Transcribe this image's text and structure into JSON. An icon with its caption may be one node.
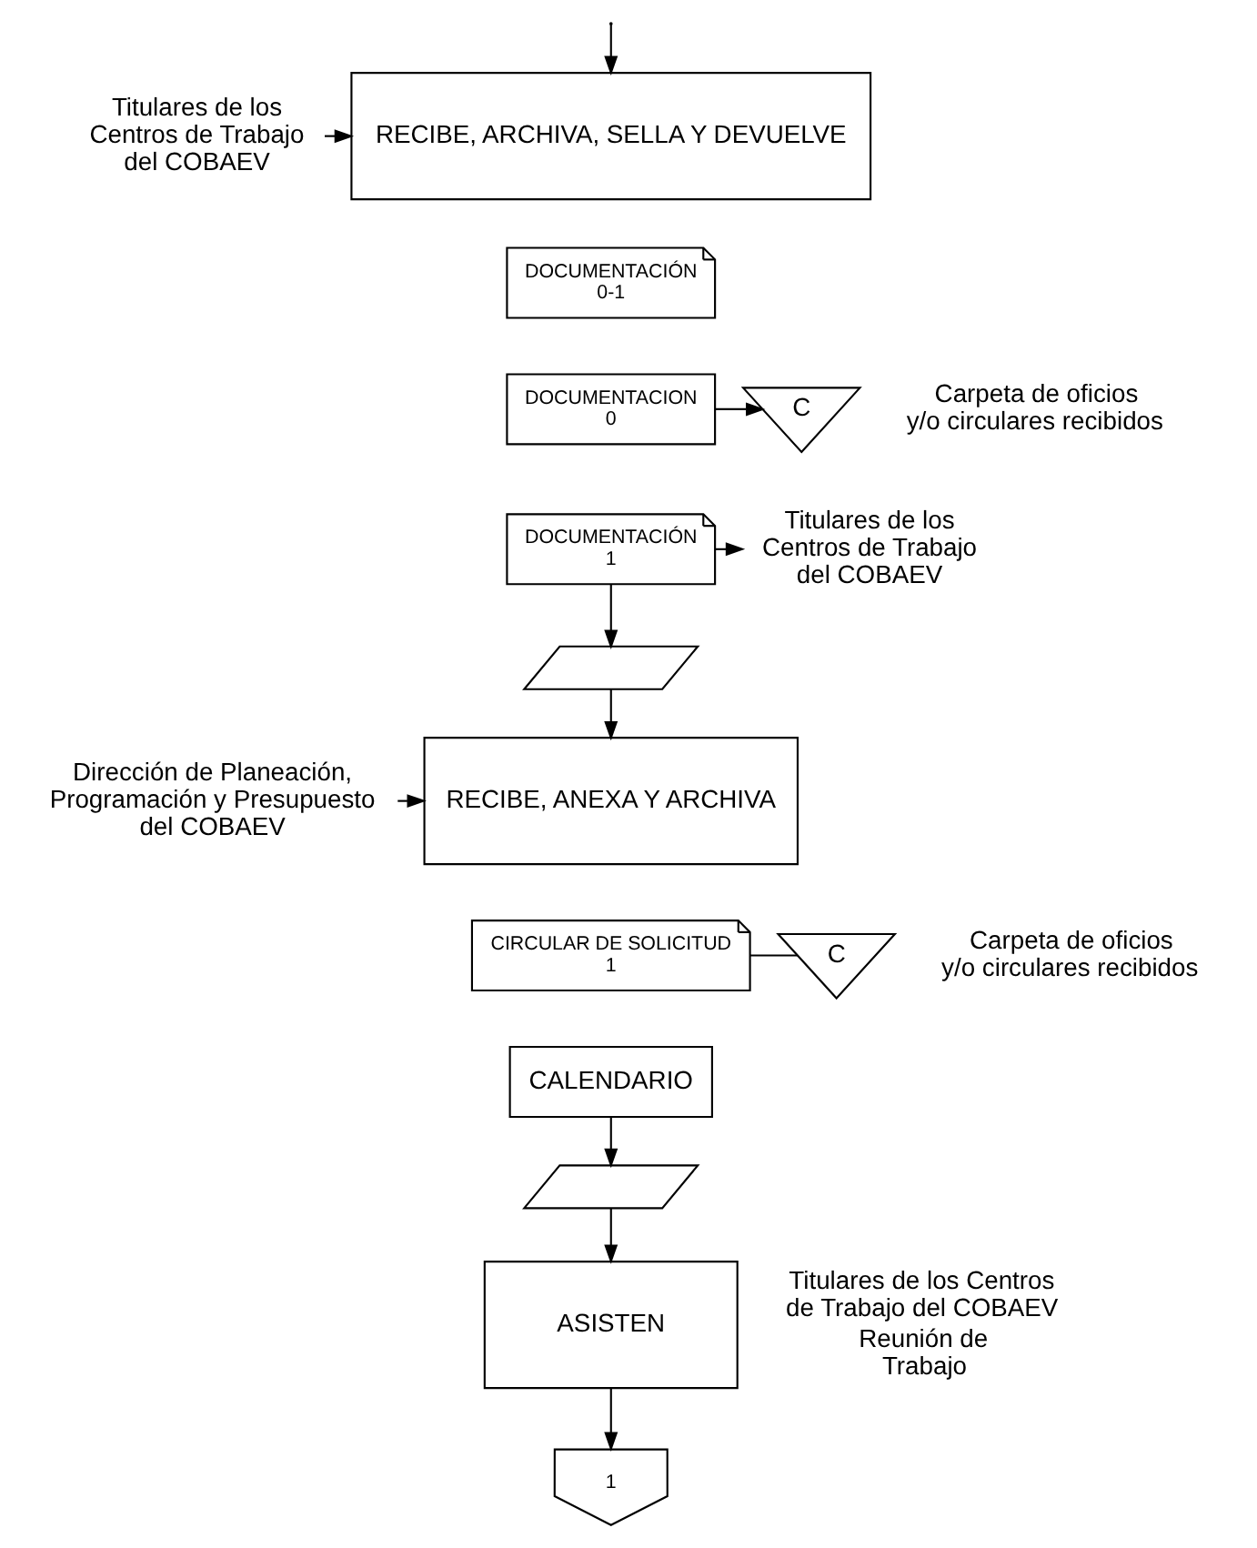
{
  "diagram": {
    "nodes": [
      {
        "text": [
          "Titulares de los Centros de Trabajo del COBAEV"
        ]
      },
      {
        "text": [
          "RECIBE, ARCHIVA, SELLA Y DEVUELVE"
        ]
      },
      {
        "text": [
          "DOCUMENTACIÓN",
          "0-1"
        ]
      },
      {
        "text": [
          "DOCUMENTACION",
          "0"
        ]
      },
      {
        "text": [
          "DOCUMENTACIÓN",
          "1"
        ]
      },
      {
        "text": [
          "C"
        ],
        "beside": [
          "Carpeta de oficios y/o circulares recibidos"
        ]
      },
      {
        "text": [
          "Titulares de los Centros de Trabajo del COBAEV"
        ]
      },
      {
        "text": [],
        "shape": "parallelogram"
      },
      {
        "text": [
          "Dirección de Planeación, Programación y Presupuesto del COBAEV"
        ]
      },
      {
        "text": [
          "RECIBE, ANEXA Y ARCHIVA"
        ]
      },
      {
        "text": [
          "CIRCULAR DE SOLICITUD",
          "1"
        ]
      },
      {
        "text": [
          "CALENDARIO"
        ]
      },
      {
        "text": [
          "C"
        ],
        "beside": [
          "Carpeta de oficios y/o circulares recibidos"
        ]
      },
      {
        "text": [],
        "shape": "parallelogram"
      },
      {
        "text": [
          "ASISTEN"
        ],
        "beside": [
          "Titulares de los Centros de Trabajo del COBAEV",
          "Reunión de Trabajo"
        ]
      },
      {
        "text": [
          "1"
        ]
      }
    ],
    "edges": [
      {
        "from": null,
        "to": 1,
        "arrow": "to"
      },
      {
        "from": 0,
        "to": 1,
        "arrow": "to"
      },
      {
        "from": 3,
        "to": 5,
        "arrow": "to"
      },
      {
        "from": 4,
        "to": 6,
        "arrow": "to"
      },
      {
        "from": 4,
        "to": 7,
        "arrow": "to"
      },
      {
        "from": 7,
        "to": 9,
        "arrow": "to"
      },
      {
        "from": 8,
        "to": 9,
        "arrow": "to"
      },
      {
        "from": 10,
        "to": 12,
        "arrow": "none"
      },
      {
        "from": 11,
        "to": 13,
        "arrow": "to"
      },
      {
        "from": 13,
        "to": 14,
        "arrow": "to"
      },
      {
        "from": 14,
        "to": 15,
        "arrow": "to"
      }
    ]
  }
}
